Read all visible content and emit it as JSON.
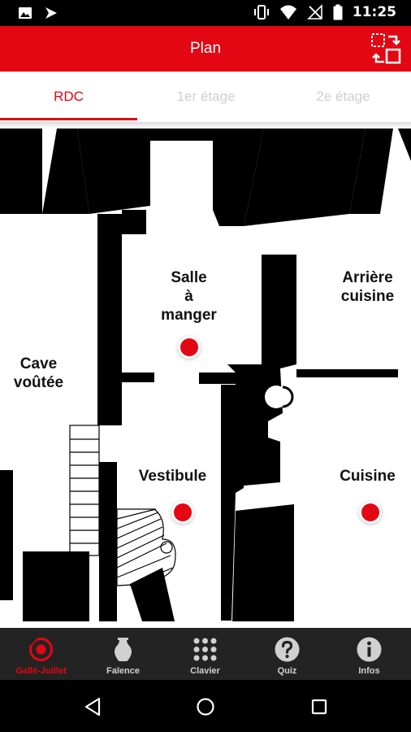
{
  "status_bar": {
    "time": "11:25",
    "icons": [
      "image-icon",
      "vpn-icon",
      "vibrate-icon",
      "wifi-icon",
      "no-signal-icon",
      "battery-icon"
    ]
  },
  "app_bar": {
    "title": "Plan",
    "action_icon": "switch-view-icon",
    "color": "#e30613"
  },
  "tabs": [
    {
      "label": "RDC",
      "active": true
    },
    {
      "label": "1er étage",
      "active": false
    },
    {
      "label": "2e étage",
      "active": false
    }
  ],
  "rooms": [
    {
      "label": "Salle\nà\nmanger"
    },
    {
      "label": "Arrière\ncuisine"
    },
    {
      "label": "Cave\nvoûtée"
    },
    {
      "label": "Vestibule"
    },
    {
      "label": "Cuisine"
    }
  ],
  "bottom_nav": [
    {
      "label": "Gallé-Juillet",
      "icon": "target-icon",
      "active": true
    },
    {
      "label": "Faïence",
      "icon": "vase-icon",
      "active": false
    },
    {
      "label": "Clavier",
      "icon": "keypad-icon",
      "active": false
    },
    {
      "label": "Quiz",
      "icon": "question-icon",
      "active": false
    },
    {
      "label": "Infos",
      "icon": "info-icon",
      "active": false
    }
  ],
  "system_nav": [
    "back-icon",
    "home-icon",
    "recents-icon"
  ]
}
